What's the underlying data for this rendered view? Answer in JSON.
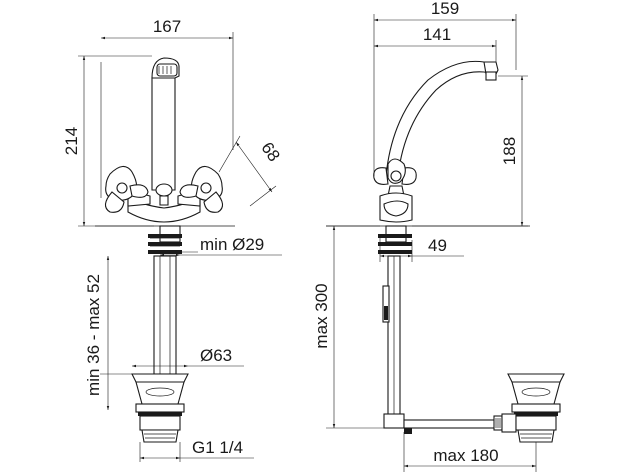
{
  "dimensions": {
    "front_width": "167",
    "front_height": "214",
    "handle_offset": "68",
    "mount_hole": "min Ø29",
    "mount_thickness": "min 36 - max 52",
    "flange_diameter": "Ø63",
    "thread": "G1 1/4",
    "side_overall": "159",
    "side_reach": "141",
    "side_height": "188",
    "side_shank": "49",
    "side_max_depth": "max 300",
    "side_max_rod": "max 180"
  }
}
